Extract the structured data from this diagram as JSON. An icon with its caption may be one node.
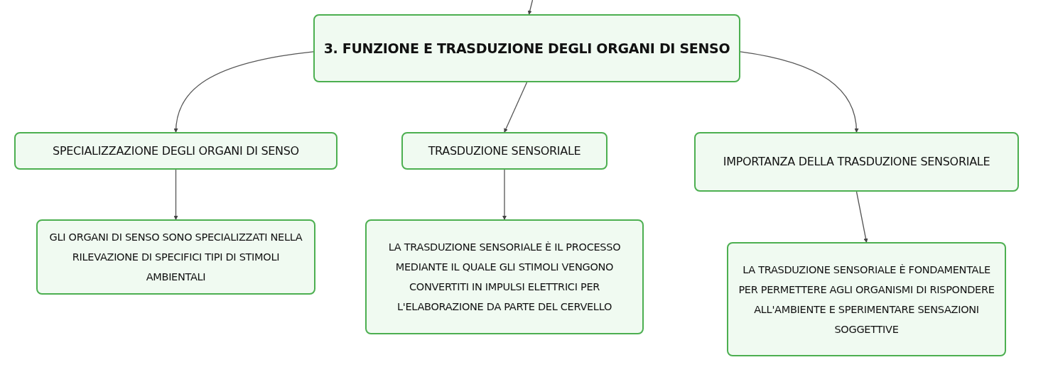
{
  "diagram": {
    "nodes": [
      {
        "text": [
          "3. FUNZIONE E TRASDUZIONE DEGLI ORGANI DI SENSO"
        ]
      },
      {
        "text": [
          "SPECIALIZZAZIONE DEGLI ORGANI DI SENSO"
        ]
      },
      {
        "text": [
          "TRASDUZIONE SENSORIALE"
        ]
      },
      {
        "text": [
          "IMPORTANZA DELLA TRASDUZIONE SENSORIALE"
        ]
      },
      {
        "text": [
          "GLI ORGANI DI SENSO SONO SPECIALIZZATI NELLA RILEVAZIONE DI SPECIFICI TIPI DI STIMOLI AMBIENTALI"
        ]
      },
      {
        "text": [
          "LA TRASDUZIONE SENSORIALE È IL PROCESSO MEDIANTE IL QUALE GLI STIMOLI VENGONO CONVERTITI IN IMPULSI ELETTRICI PER L'ELABORAZIONE DA PARTE DEL CERVELLO"
        ]
      },
      {
        "text": [
          "LA TRASDUZIONE SENSORIALE È FONDAMENTALE PER PERMETTERE AGLI ORGANISMI DI RISPONDERE ALL'AMBIENTE E SPERIMENTARE SENSAZIONI SOGGETTIVE"
        ]
      }
    ],
    "edges": [
      {
        "from": null,
        "to": 0,
        "arrow": "to"
      },
      {
        "from": 0,
        "to": 1,
        "arrow": "to"
      },
      {
        "from": 0,
        "to": 2,
        "arrow": "to"
      },
      {
        "from": 0,
        "to": 3,
        "arrow": "to"
      },
      {
        "from": 1,
        "to": 4,
        "arrow": "to"
      },
      {
        "from": 2,
        "to": 5,
        "arrow": "to"
      },
      {
        "from": 3,
        "to": 6,
        "arrow": "to"
      }
    ]
  }
}
